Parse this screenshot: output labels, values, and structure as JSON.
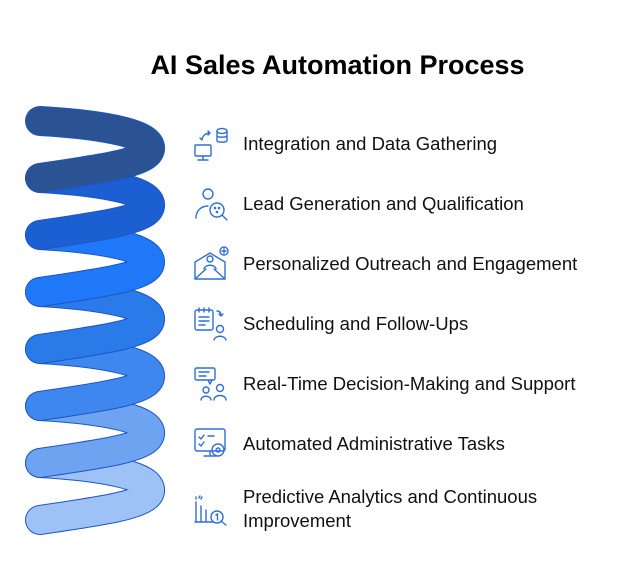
{
  "title": "AI Sales Automation Process",
  "colors": {
    "segments": [
      "#2b5393",
      "#1c5fd2",
      "#1f78f7",
      "#2a7be9",
      "#3e87ee",
      "#6da3f1",
      "#9ec1f6"
    ],
    "icon": "#2f6fd6"
  },
  "steps": [
    {
      "label": "Integration and Data Gathering",
      "icon": "data-sync-icon"
    },
    {
      "label": "Lead Generation and Qualification",
      "icon": "person-search-icon"
    },
    {
      "label": "Personalized Outreach and Engagement",
      "icon": "mail-person-icon"
    },
    {
      "label": "Scheduling and Follow-Ups",
      "icon": "calendar-person-icon"
    },
    {
      "label": "Real-Time Decision-Making and Support",
      "icon": "chat-people-icon"
    },
    {
      "label": "Automated Administrative Tasks",
      "icon": "monitor-gear-icon"
    },
    {
      "label": "Predictive Analytics and Continuous Improvement",
      "icon": "chart-magnifier-icon"
    }
  ]
}
